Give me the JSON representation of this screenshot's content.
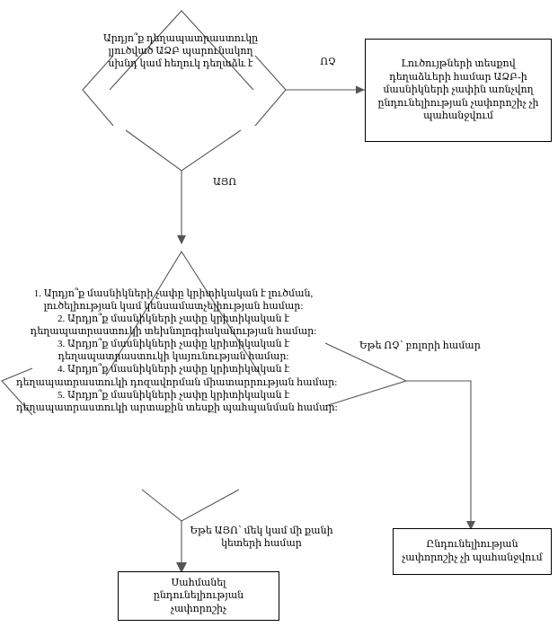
{
  "diagram": {
    "title": "Acceptance criteria decision flowchart",
    "language": "hy",
    "stroke_color": "#555555",
    "text_color": "#000000",
    "background": "#ffffff"
  },
  "decision1": {
    "shape": "diamond",
    "lines": [
      "Արդյո՞ք դեղապատրաստուկը",
      "լյուծված ԱՁԲ պարունակող",
      "սխնդ կամ հեղուկ դեղաձև է"
    ]
  },
  "decision2": {
    "shape": "diamond",
    "lines": [
      "1. Արդյո՞ք մասնիկների չափը կրիտիկական է լուծման,",
      "լուծելիության կամ կենսամատչելիության համար:",
      "2. Արդյո՞ք մասնիկների չափը կրիտիկական է",
      "դեղապատրաստուկի տեխնոլոգիականության համար:",
      "3. Արդյո՞ք մասնիկների չափը կրիտիկական է",
      "դեղապատրաստուկի կայունության համար:",
      "4. Արդյո՞ք մասնիկների չափը կրիտիկական է",
      "դեղապատրաստուկի դոզավորման միատարրության համար:",
      "5. Արդյո՞ք մասնիկների չափը կրիտիկական է",
      "դեղապատրաստուկի արտաքին տեսքի պահպանման համար:"
    ]
  },
  "box_top_right": {
    "lines": [
      "Լուծույթների տեսքով",
      "դեղաձևերի համար ԱՁԲ-ի",
      "մասնիկների չափին առնչվող",
      "ընդունելիության չափորոշիչ չի",
      "պահանջվում"
    ]
  },
  "box_bottom_right": {
    "lines": [
      "Ընդունելիության",
      "չափորոշիչ չի պահանջվում"
    ]
  },
  "box_bottom_left": {
    "lines": [
      "Սահմանել ընդունելիության",
      "չափորոշիչ"
    ]
  },
  "labels": {
    "no": "ՈՉ",
    "yes": "ԱՅՈ",
    "no_for_all": "Եթե ՈՉ՝ բոլորի համար",
    "yes_for_some": "Եթե ԱՅՈ՝ մեկ կամ մի քանի կետերի համար"
  }
}
